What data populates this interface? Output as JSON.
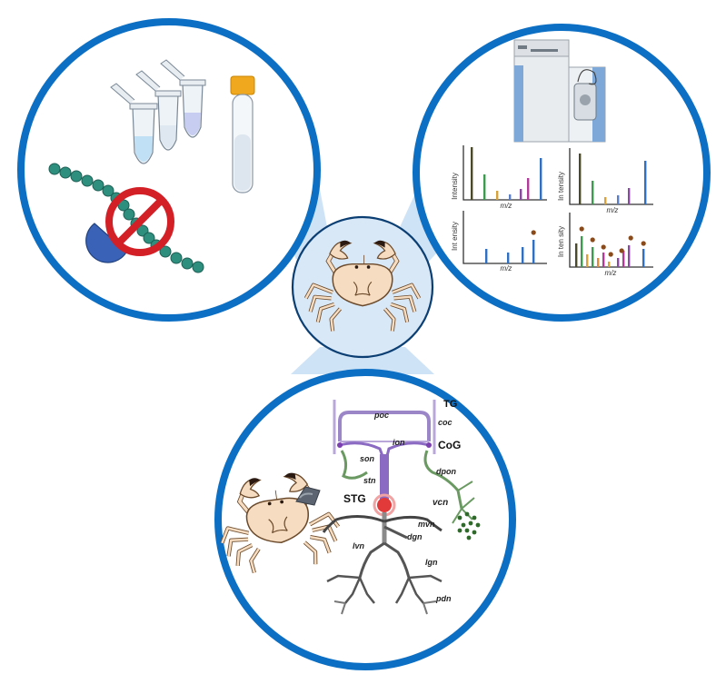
{
  "colors": {
    "ring": "#0c6fc4",
    "center_fill": "#d9e8f7",
    "connector": "#cfe3f6",
    "bead": "#2f8f7f",
    "enzyme": "#3a63b8",
    "no_sign": "#d32027",
    "crab_shell": "#f6dcc0",
    "nerve_purple": "#8a6ac2",
    "nerve_green": "#6a9a62",
    "stg_red": "#e23a3a"
  },
  "icons": {
    "center": "crab-icon",
    "prep": [
      "microtube-icon",
      "conical-tube-icon",
      "peptide-chain-icon",
      "enzyme-icon",
      "no-sign-icon"
    ],
    "ms": [
      "mass-spectrometer-icon",
      "spectrum-plot-icon"
    ],
    "neuro": [
      "crab-icon",
      "stomatogastric-nervous-system-icon",
      "electrode-icon"
    ]
  },
  "spectra": {
    "ylabel_a": "Intensity",
    "ylabel_b": "In tensity",
    "ylabel_c": "Int ensity",
    "ylabel_d": "In ten sity",
    "xlabel": "m/z"
  },
  "neuro_labels": {
    "tg": "TG",
    "poc": "poc",
    "coc": "coc",
    "ion": "ion",
    "cog": "CoG",
    "son": "son",
    "dpon": "dpon",
    "stn": "stn",
    "stg": "STG",
    "vcn": "vcn",
    "mvn": "mvn",
    "dgn": "dgn",
    "lvn": "lvn",
    "lgn": "lgn",
    "pdn": "pdn"
  }
}
